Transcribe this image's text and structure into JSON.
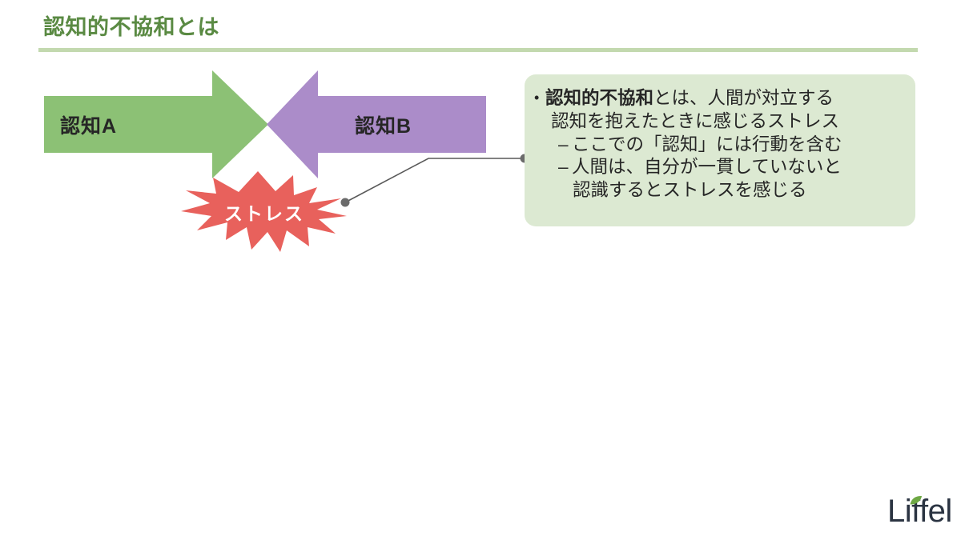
{
  "slide": {
    "title": "認知的不協和とは",
    "title_color": "#5a8a43",
    "rule_color": "#c3d9af",
    "background": "#ffffff"
  },
  "diagram": {
    "arrow_left": {
      "label": "認知A",
      "fill": "#8cc175",
      "direction": "right",
      "icon": "arrow-right-icon"
    },
    "arrow_right": {
      "label": "認知B",
      "fill": "#ab8cc9",
      "direction": "left",
      "icon": "arrow-left-icon"
    },
    "burst": {
      "label": "ストレス",
      "fill": "#e8615c",
      "text_color": "#ffffff",
      "icon": "explosion-burst-icon"
    },
    "connector": {
      "color": "#595959",
      "icon": "elbow-connector-icon"
    }
  },
  "callout": {
    "background": "#dce9d2",
    "text_color": "#262626",
    "bullet_glyph": "•",
    "dash_glyph": "–",
    "lines": [
      {
        "id": "line1",
        "keyword": "認知的不協和",
        "rest": "とは、人間が対立する"
      },
      {
        "id": "line2",
        "text": "認知を抱えたときに感じるストレス"
      },
      {
        "id": "line3",
        "text": "ここでの「認知」には行動を含む"
      },
      {
        "id": "line4",
        "text": "人間は、自分が一貫していないと"
      },
      {
        "id": "line5",
        "text": "認識するとストレスを感じる"
      }
    ]
  },
  "logo": {
    "text": "Liffel",
    "text_color": "#2b3442",
    "leaf_color": "#6ea844",
    "leaf_icon": "leaf-icon"
  }
}
